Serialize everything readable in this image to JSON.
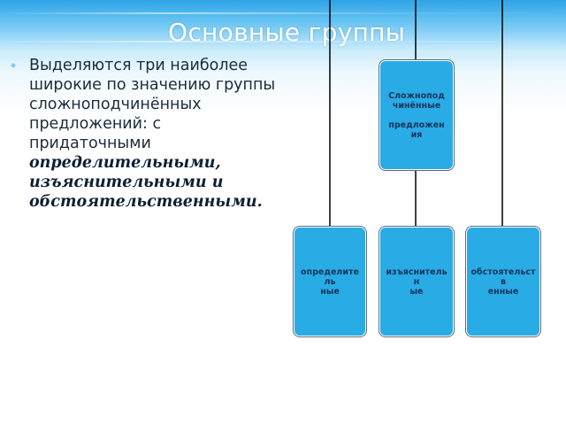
{
  "slide": {
    "title": "Основные группы",
    "text_plain": "Выделяются три наиболее широкие по значению группы сложноподчинённых предложений: с придаточными ",
    "text_emphasis": "определительными, изъяснительными и обстоятельственными."
  },
  "diagram": {
    "root": {
      "label": "Сложнопод\nчинённые\n\nпредложен\nия"
    },
    "children": [
      {
        "label": "определитель\nные"
      },
      {
        "label": "изъяснительн\nые"
      },
      {
        "label": "обстоятельств\nенные"
      }
    ]
  },
  "colors": {
    "box_fill": "#29abe6",
    "connector": "#000000",
    "header_blue": "#2ea3e6"
  }
}
